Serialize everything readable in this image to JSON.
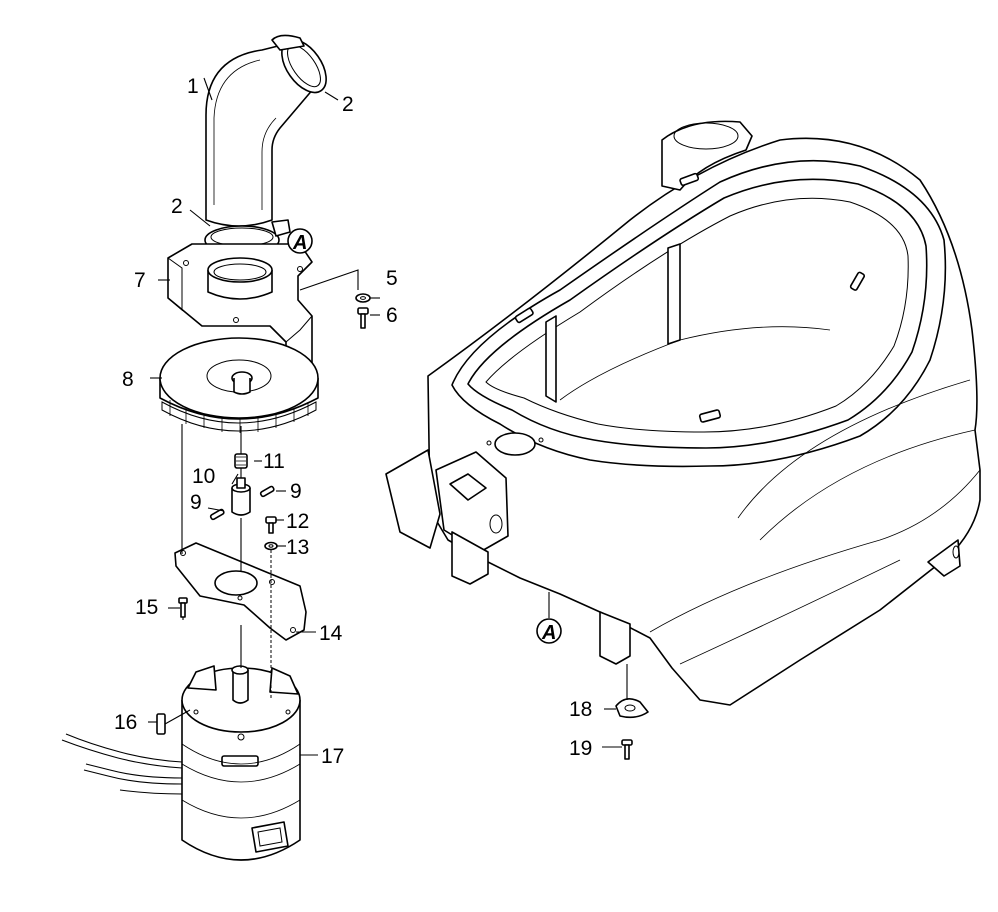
{
  "labels": {
    "p1": "1",
    "p2a": "2",
    "p2b": "2",
    "p5": "5",
    "p6": "6",
    "p7": "7",
    "p8": "8",
    "p9a": "9",
    "p9b": "9",
    "p10": "10",
    "p11": "11",
    "p12": "12",
    "p13": "13",
    "p14": "14",
    "p15": "15",
    "p16": "16",
    "p17": "17",
    "p18": "18",
    "p19": "19"
  },
  "refs": {
    "a_top": "A",
    "a_bottom": "A"
  }
}
